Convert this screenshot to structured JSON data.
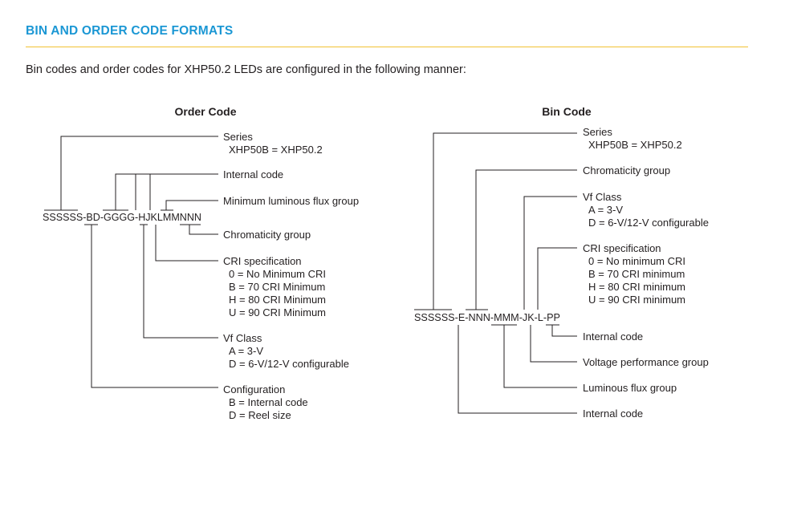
{
  "heading": "BIN AND ORDER CODE FORMATS",
  "intro": "Bin codes and order codes for XHP50.2 LEDs are configured in the following manner:",
  "accent_color": "#1b97d4",
  "rule_color": "#f1c232",
  "order": {
    "title": "Order Code",
    "code": "SSSSSS-BD-GGGG-HJKLMMNNN",
    "series": {
      "label": "Series",
      "detail": "XHP50B = XHP50.2"
    },
    "internal": {
      "label": "Internal code"
    },
    "flux": {
      "label": "Minimum luminous flux group"
    },
    "chroma": {
      "label": "Chromaticity group"
    },
    "cri": {
      "label": "CRI specification",
      "opt0": "0 = No Minimum CRI",
      "opt1": "B = 70 CRI Minimum",
      "opt2": "H = 80 CRI Minimum",
      "opt3": "U = 90 CRI Minimum"
    },
    "vf": {
      "label": "Vf Class",
      "opt0": "A = 3-V",
      "opt1": "D = 6-V/12-V configurable"
    },
    "config": {
      "label": "Configuration",
      "opt0": "B = Internal code",
      "opt1": "D = Reel size"
    }
  },
  "bin": {
    "title": "Bin Code",
    "code": "SSSSSS-E-NNN-MMM-JK-L-PP",
    "series": {
      "label": "Series",
      "detail": "XHP50B = XHP50.2"
    },
    "chroma": {
      "label": "Chromaticity group"
    },
    "vf": {
      "label": "Vf Class",
      "opt0": "A = 3-V",
      "opt1": "D = 6-V/12-V configurable"
    },
    "cri": {
      "label": "CRI specification",
      "opt0": "0 = No minimum CRI",
      "opt1": "B = 70 CRI minimum",
      "opt2": "H = 80 CRI minimum",
      "opt3": "U = 90 CRI minimum"
    },
    "internal": {
      "label": "Internal code"
    },
    "voltage": {
      "label": "Voltage performance group"
    },
    "flux": {
      "label": "Luminous flux group"
    },
    "internal2": {
      "label": "Internal code"
    }
  }
}
